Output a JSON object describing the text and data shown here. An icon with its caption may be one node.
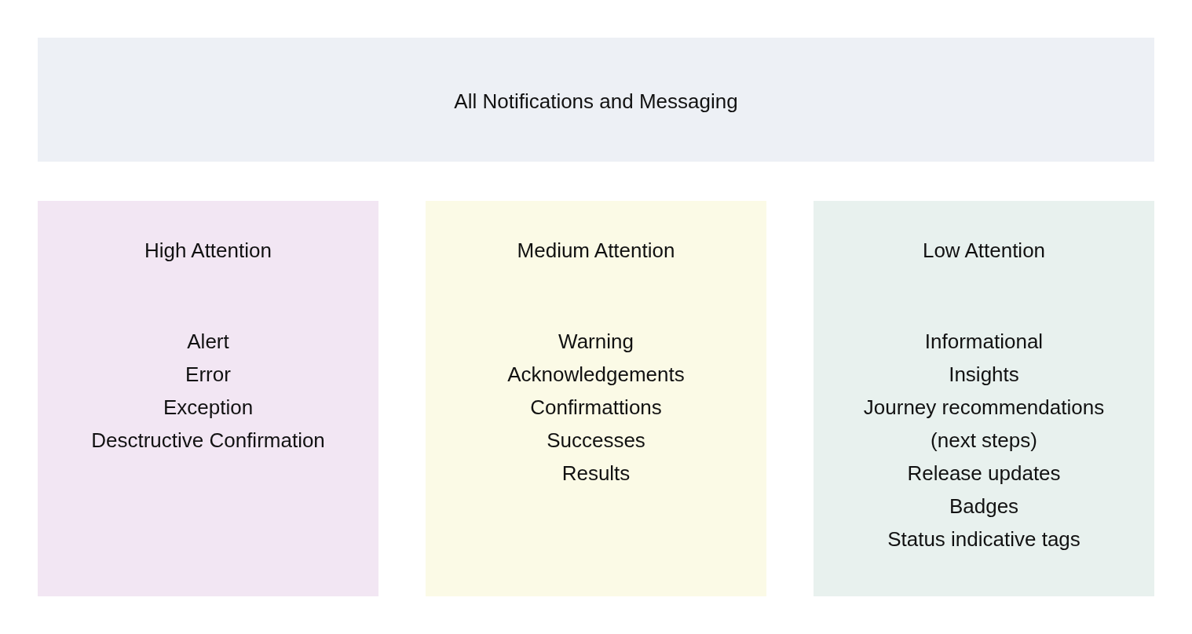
{
  "diagram": {
    "nodes": [
      {
        "text": [
          "All Notifications and Messaging"
        ]
      },
      {
        "text": [
          "High Attention",
          "Alert",
          "Error",
          "Exception",
          "Desctructive Confirmation"
        ]
      },
      {
        "text": [
          "Medium Attention",
          "Warning",
          "Acknowledgements",
          "Confirmattions",
          "Successes",
          "Results"
        ]
      },
      {
        "text": [
          "Low Attention",
          "Informational",
          "Insights",
          "Journey recommendations (next steps)",
          "Release updates",
          "Badges",
          "Status indicative tags"
        ]
      }
    ]
  }
}
